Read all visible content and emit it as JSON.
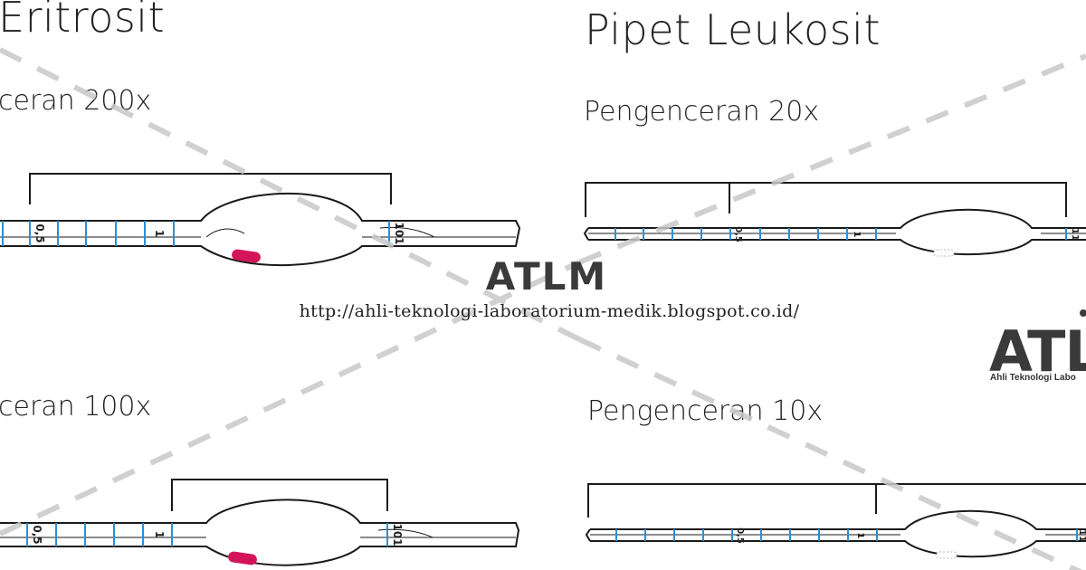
{
  "titles": {
    "left": "Eritrosit",
    "right": "Pipet Leukosit"
  },
  "captions": {
    "top_left": "ceran 200x",
    "bottom_left": "ceran 100x",
    "top_right": "Pengenceran 20x",
    "bottom_right": "Pengenceran 10x"
  },
  "watermark": {
    "center_logo": "ATLM",
    "url": "http://ahli-teknologi-laboratorium-medik.blogspot.co.id/",
    "corner_logo": "ATL",
    "corner_tagline": "Ahli Teknologi Labo"
  },
  "pipettes": {
    "eritrosit": {
      "mark_half": "0,5",
      "mark_one": "1",
      "mark_end": "101"
    },
    "leukosit": {
      "mark_half": "0,5",
      "mark_one": "1",
      "mark_end": "11"
    }
  },
  "colors": {
    "scale_tick": "#2b8fd6",
    "bead": "#d4145a",
    "outline": "#1a1a1a",
    "watermark_dash": "#c8c8c8"
  }
}
